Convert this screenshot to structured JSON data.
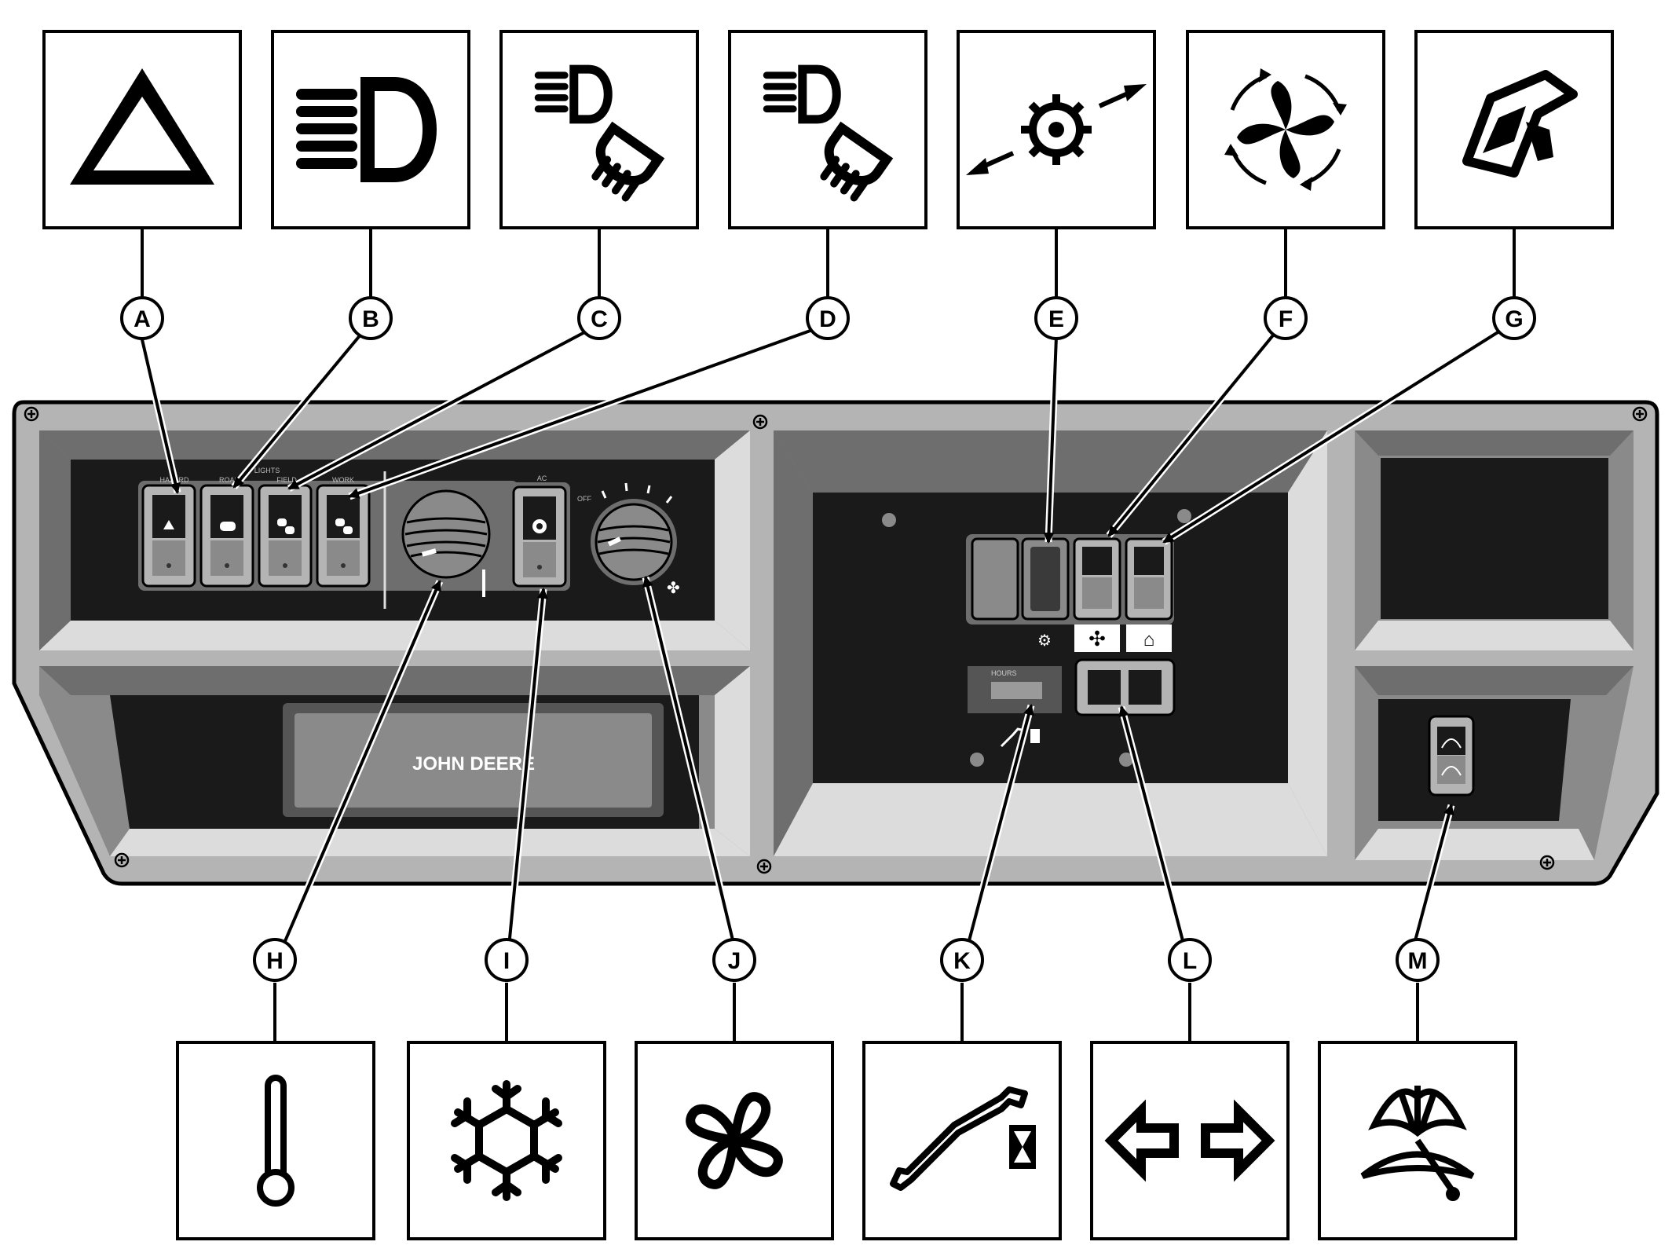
{
  "callouts": {
    "A": "A",
    "B": "B",
    "C": "C",
    "D": "D",
    "E": "E",
    "F": "F",
    "G": "G",
    "H": "H",
    "I": "I",
    "J": "J",
    "K": "K",
    "L": "L",
    "M": "M"
  },
  "icons": {
    "A": "hazard-triangle-icon",
    "B": "road-light-icon",
    "C": "field-light-icon",
    "D": "work-light-icon",
    "E": "spreader-adjust-icon",
    "F": "chopper-icon",
    "G": "chaff-spreader-icon",
    "H": "thermometer-icon",
    "I": "snowflake-icon",
    "J": "fan-icon",
    "K": "hourmeter-icon",
    "L": "turn-signal-arrows-icon",
    "M": "wiper-icon"
  },
  "panel": {
    "label_hazard": "HAZARD",
    "label_lights": "LIGHTS",
    "label_road": "ROAD",
    "label_field": "FIELD",
    "label_work": "WORK",
    "label_ac": "AC",
    "label_off": "OFF",
    "label_hours": "HOURS",
    "brand": "JOHN DEERE"
  },
  "colors": {
    "panel_face": "#b4b4b4",
    "panel_dark": "#1a1a1a",
    "bevel_dark": "#6e6e6e",
    "bevel_light": "#dcdcdc",
    "switch_gray": "#8a8a8a"
  }
}
